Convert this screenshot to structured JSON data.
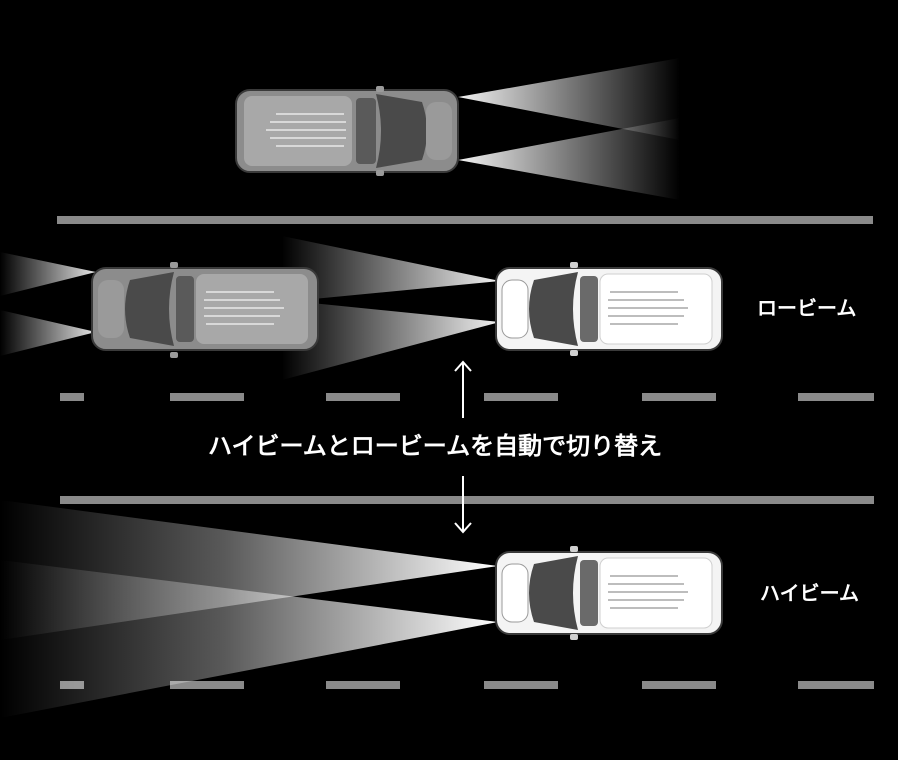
{
  "labels": {
    "low_beam": "ロービーム",
    "high_beam": "ハイビーム",
    "auto_switch": "ハイビームとロービームを自動で切り替え"
  },
  "colors": {
    "background": "#000000",
    "road_line": "#8a8a8a",
    "beam": "#ffffff",
    "own_car_body": "#f4f4f4",
    "other_car_body": "#8c8c8c",
    "glass": "#4a4a4a",
    "text": "#ffffff"
  }
}
